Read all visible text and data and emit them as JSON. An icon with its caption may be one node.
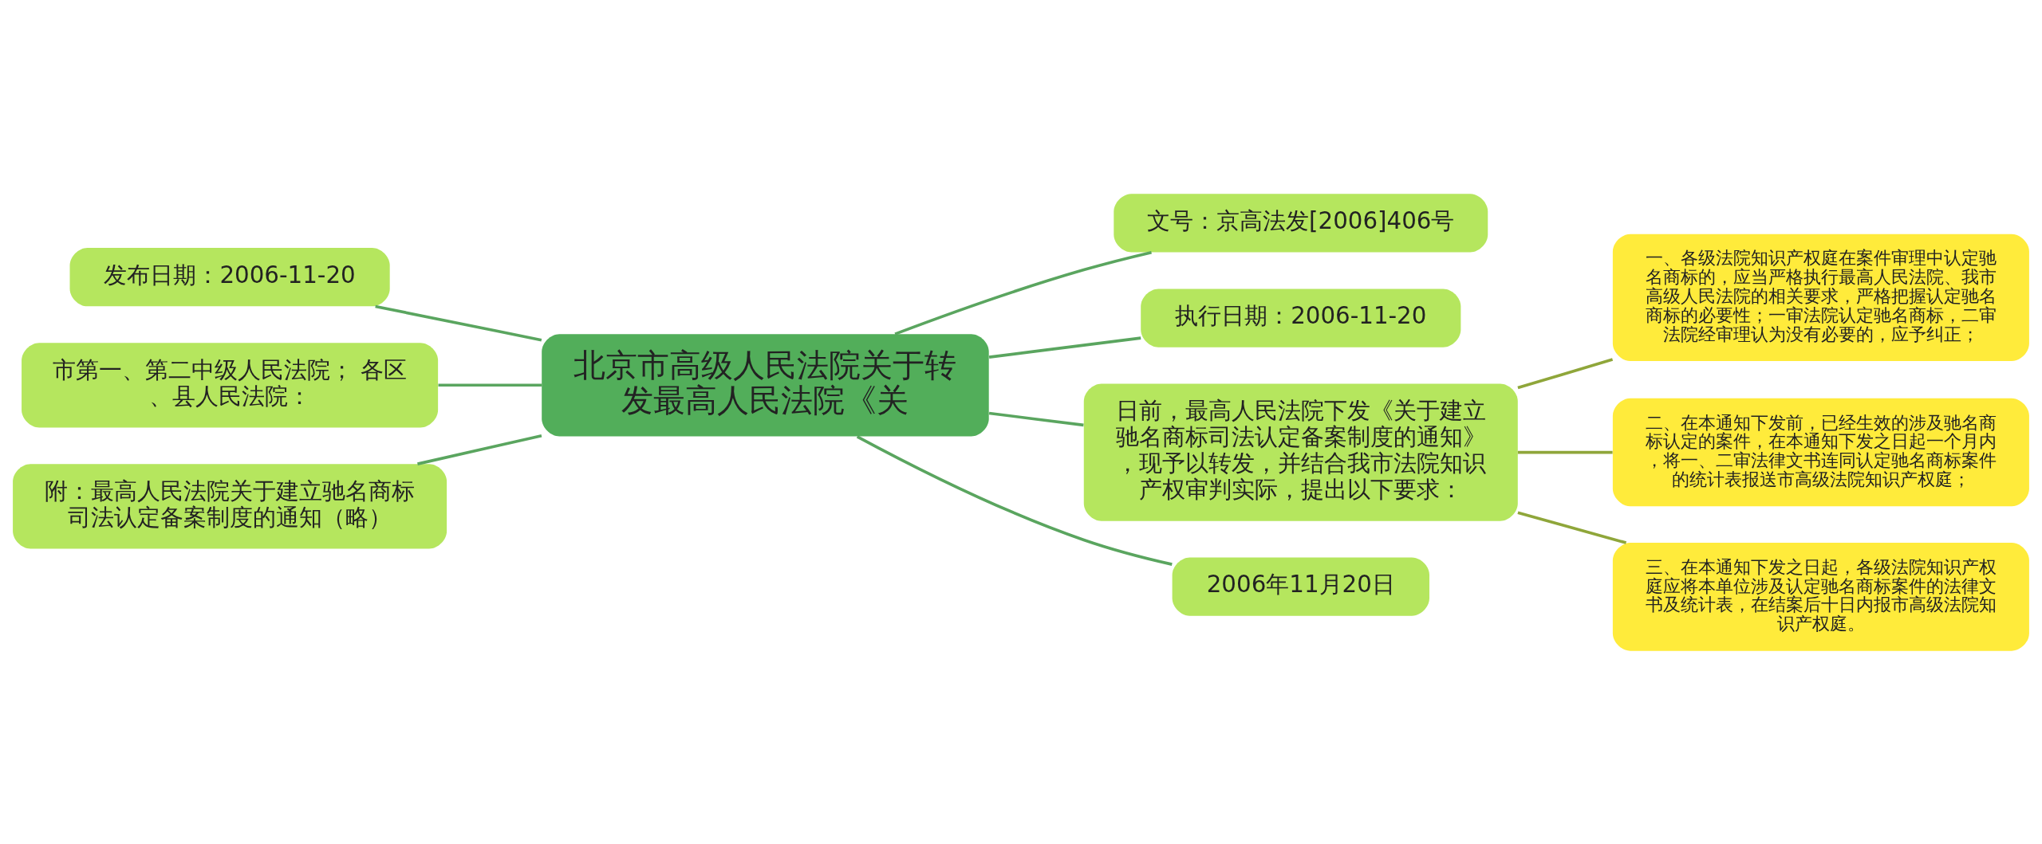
{
  "diagram": {
    "nodes": [
      {
        "text": [
          "北京市高级人民法院关于转发最高人民法院《关"
        ]
      },
      {
        "text": [
          "文号：京高法发[2006]406号"
        ]
      },
      {
        "text": [
          "执行日期：2006-11-20"
        ]
      },
      {
        "text": [
          "发布日期：2006-11-20"
        ]
      },
      {
        "text": [
          "市第一、第二中级人民法院； 各区、县人民法院："
        ]
      },
      {
        "text": [
          "附：最高人民法院关于建立驰名商标司法认定备案制度的通知（略）"
        ]
      },
      {
        "text": [
          "日前，最高人民法院下发《关于建立驰名商标司法认定备案制度的通知》，现予以转发，并结合我市法院知识产权审判实际，提出以下要求："
        ]
      },
      {
        "text": [
          "一、各级法院知识产权庭在案件审理中认定驰名商标的，应当严格执行最高人民法院、我市高级人民法院的相关要求，严格把握认定驰名商标的必要性；一审法院认定驰名商标，二审法院经审理认为没有必要的，应予纠正；"
        ]
      },
      {
        "text": [
          "二、在本通知下发前，已经生效的涉及驰名商标认定的案件，在本通知下发之日起一个月内，将一、二审法律文书连同认定驰名商标案件的统计表报送市高级法院知识产权庭；"
        ]
      },
      {
        "text": [
          "三、在本通知下发之日起，各级法院知识产权庭应将本单位涉及认定驰名商标案件的法律文书及统计表，在结案后十日内报市高级法院知识产权庭。"
        ]
      },
      {
        "text": [
          "2006年11月20日"
        ]
      }
    ],
    "edges": [
      {
        "from": 0,
        "to": 1,
        "arrow": "none"
      },
      {
        "from": 0,
        "to": 2,
        "arrow": "none"
      },
      {
        "from": 3,
        "to": 0,
        "arrow": "none"
      },
      {
        "from": 4,
        "to": 0,
        "arrow": "none"
      },
      {
        "from": 5,
        "to": 0,
        "arrow": "none"
      },
      {
        "from": 0,
        "to": 6,
        "arrow": "none"
      },
      {
        "from": 6,
        "to": 7,
        "arrow": "none",
        "color": "#8fa63a"
      },
      {
        "from": 6,
        "to": 8,
        "arrow": "none",
        "color": "#8fa63a"
      },
      {
        "from": 6,
        "to": 9,
        "arrow": "none",
        "color": "#8fa63a"
      },
      {
        "from": 0,
        "to": 10,
        "arrow": "none"
      }
    ]
  }
}
